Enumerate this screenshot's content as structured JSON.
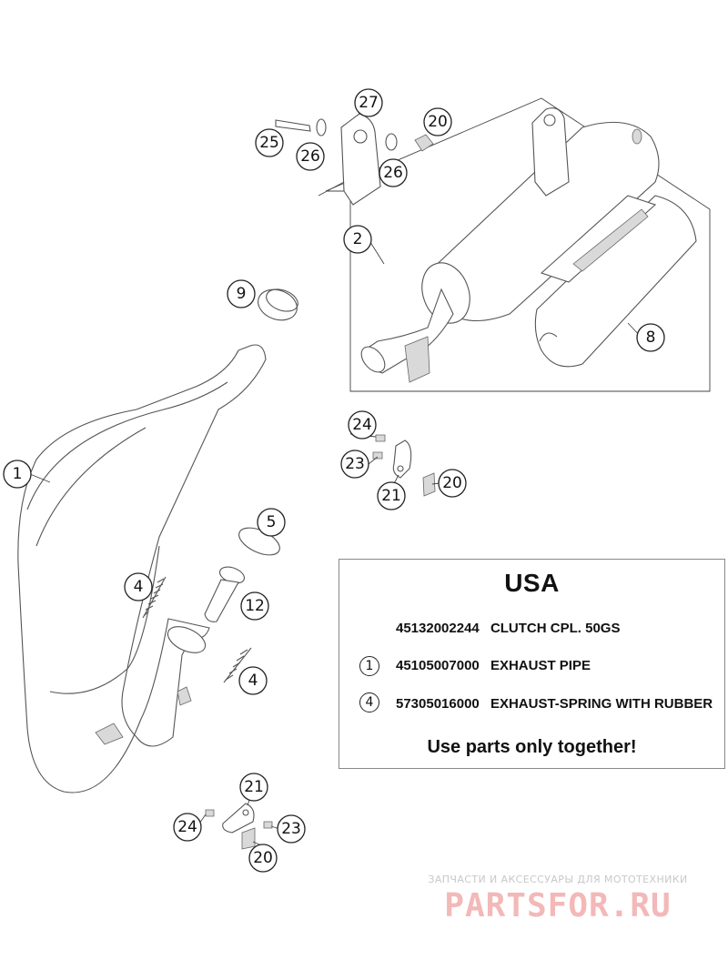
{
  "callouts": [
    {
      "id": "c1",
      "label": "1"
    },
    {
      "id": "c2",
      "label": "2"
    },
    {
      "id": "c4a",
      "label": "4"
    },
    {
      "id": "c4b",
      "label": "4"
    },
    {
      "id": "c5",
      "label": "5"
    },
    {
      "id": "c8",
      "label": "8"
    },
    {
      "id": "c9",
      "label": "9"
    },
    {
      "id": "c12",
      "label": "12"
    },
    {
      "id": "c20a",
      "label": "20"
    },
    {
      "id": "c20b",
      "label": "20"
    },
    {
      "id": "c20c",
      "label": "20"
    },
    {
      "id": "c21a",
      "label": "21"
    },
    {
      "id": "c21b",
      "label": "21"
    },
    {
      "id": "c23a",
      "label": "23"
    },
    {
      "id": "c23b",
      "label": "23"
    },
    {
      "id": "c24a",
      "label": "24"
    },
    {
      "id": "c24b",
      "label": "24"
    },
    {
      "id": "c25",
      "label": "25"
    },
    {
      "id": "c26a",
      "label": "26"
    },
    {
      "id": "c26b",
      "label": "26"
    },
    {
      "id": "c27",
      "label": "27"
    }
  ],
  "usa_box": {
    "title": "USA",
    "rows": [
      {
        "marker": "",
        "part_number": "45132002244",
        "description": "CLUTCH CPL. 50GS"
      },
      {
        "marker": "1",
        "part_number": "45105007000",
        "description": "EXHAUST PIPE"
      },
      {
        "marker": "4",
        "part_number": "57305016000",
        "description": "EXHAUST-SPRING WITH RUBBER"
      }
    ],
    "note": "Use parts only together!"
  },
  "watermark": {
    "tagline": "ЗАПЧАСТИ И АКСЕССУАРЫ ДЛЯ МОТОТЕХНИКИ",
    "logo": "PARTSFOR.RU"
  }
}
